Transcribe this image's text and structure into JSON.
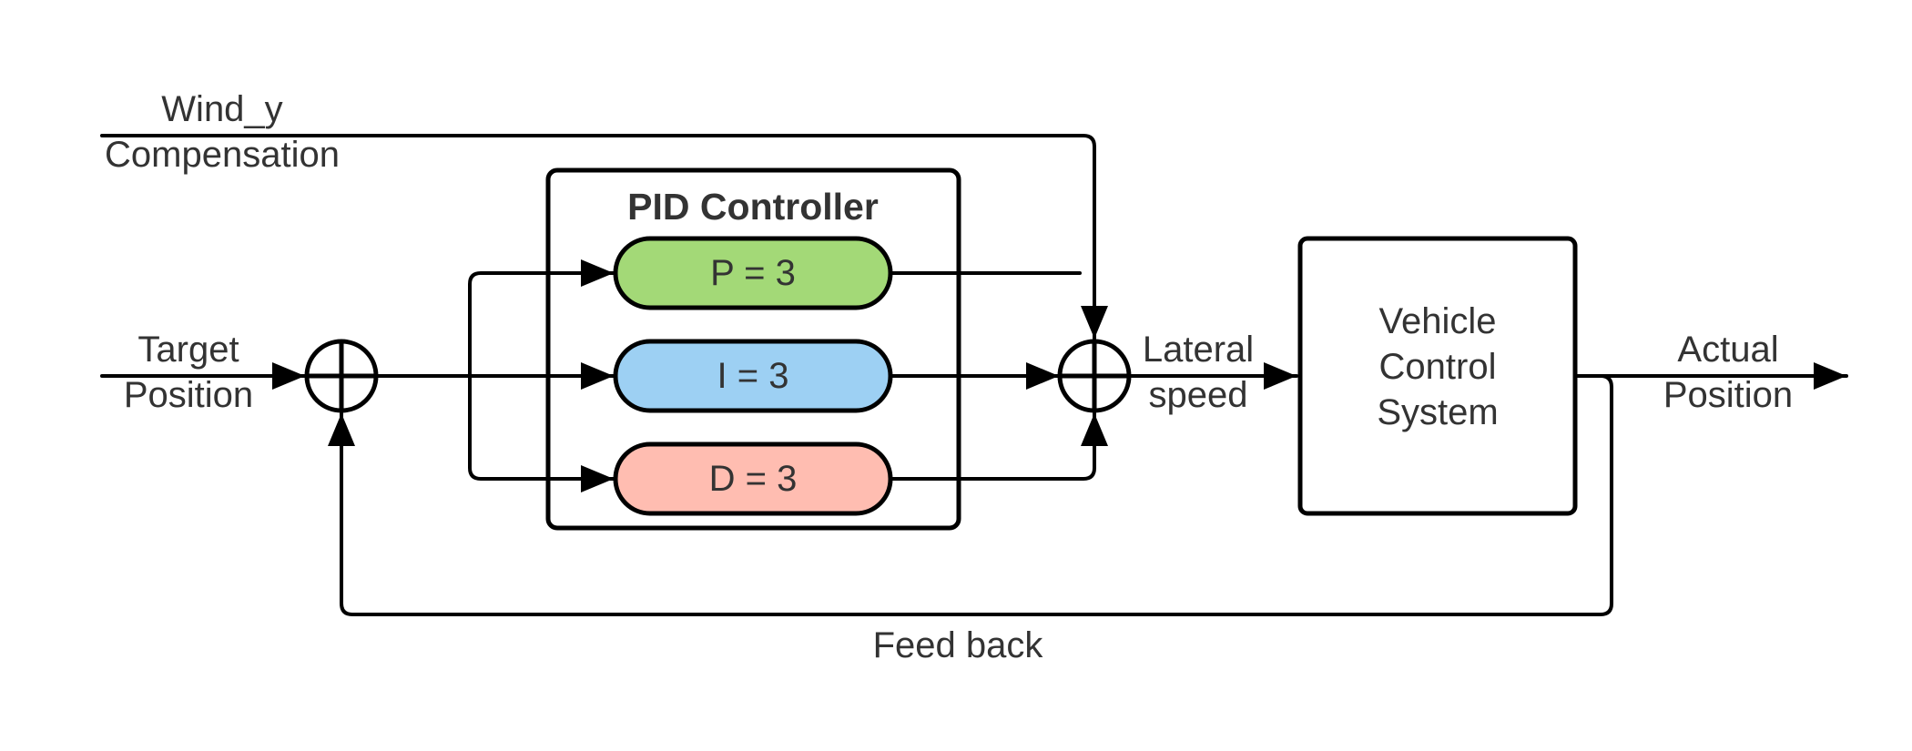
{
  "labels": {
    "wind_line1": "Wind_y",
    "wind_line2": "Compensation",
    "target_line1": "Target",
    "target_line2": "Position",
    "lateral_line1": "Lateral",
    "lateral_line2": "speed",
    "actual_line1": "Actual",
    "actual_line2": "Position",
    "feedback": "Feed back"
  },
  "pid": {
    "title": "PID Controller",
    "p": "P = 3",
    "i": "I = 3",
    "d": "D = 3"
  },
  "vehicle": {
    "line1": "Vehicle",
    "line2": "Control",
    "line3": "System"
  },
  "colors": {
    "p_fill": "#a3d977",
    "i_fill": "#9dd0f3",
    "d_fill": "#ffbdb1",
    "stroke": "#000000",
    "text": "#333333"
  }
}
